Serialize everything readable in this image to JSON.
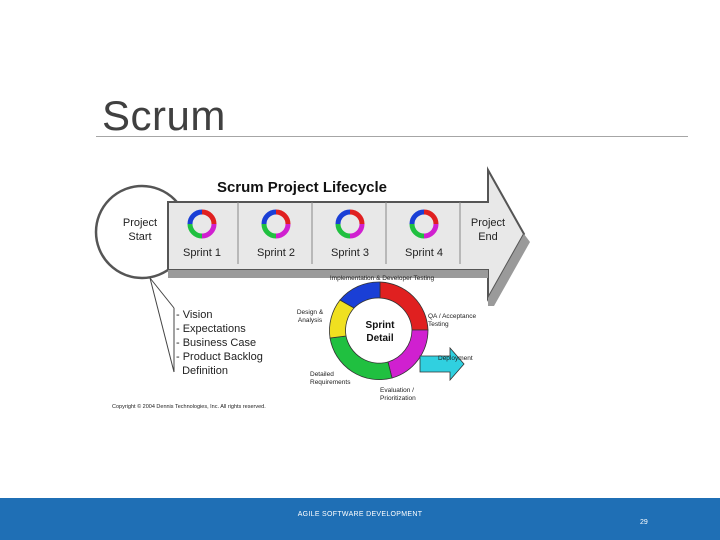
{
  "slide": {
    "title": "Scrum",
    "footer": "AGILE SOFTWARE DEVELOPMENT",
    "page_number": "29"
  },
  "diagram": {
    "heading": "Scrum Project Lifecycle",
    "project_start_line1": "Project",
    "project_start_line2": "Start",
    "project_end_line1": "Project",
    "project_end_line2": "End",
    "sprints": [
      "Sprint 1",
      "Sprint 2",
      "Sprint 3",
      "Sprint 4"
    ],
    "bottom_band": "Implementation & Developer Testing",
    "definition_items": [
      "- Vision",
      "- Expectations",
      "- Business Case",
      "- Product Backlog",
      "  Definition"
    ],
    "detail_center_line1": "Sprint",
    "detail_center_line2": "Detail",
    "phase_design_line1": "Design &",
    "phase_design_line2": "Analysis",
    "phase_qa_line1": "QA / Acceptance",
    "phase_qa_line2": "Testing",
    "phase_deployment": "Deployment",
    "phase_evaluation_line1": "Evaluation /",
    "phase_evaluation_line2": "Prioritization",
    "phase_requirements_line1": "Detailed",
    "phase_requirements_line2": "Requirements",
    "copyright": "Copyright © 2004 Dennis Technologies, Inc. All rights reserved.",
    "colors": {
      "cycle_blue": "#1a3fd6",
      "cycle_red": "#e02020",
      "cycle_magenta": "#d020d0",
      "cycle_green": "#20c040",
      "cycle_yellow": "#f0e020",
      "deploy_cyan": "#30d0e0",
      "band_gray": "#d8d8d8"
    }
  }
}
